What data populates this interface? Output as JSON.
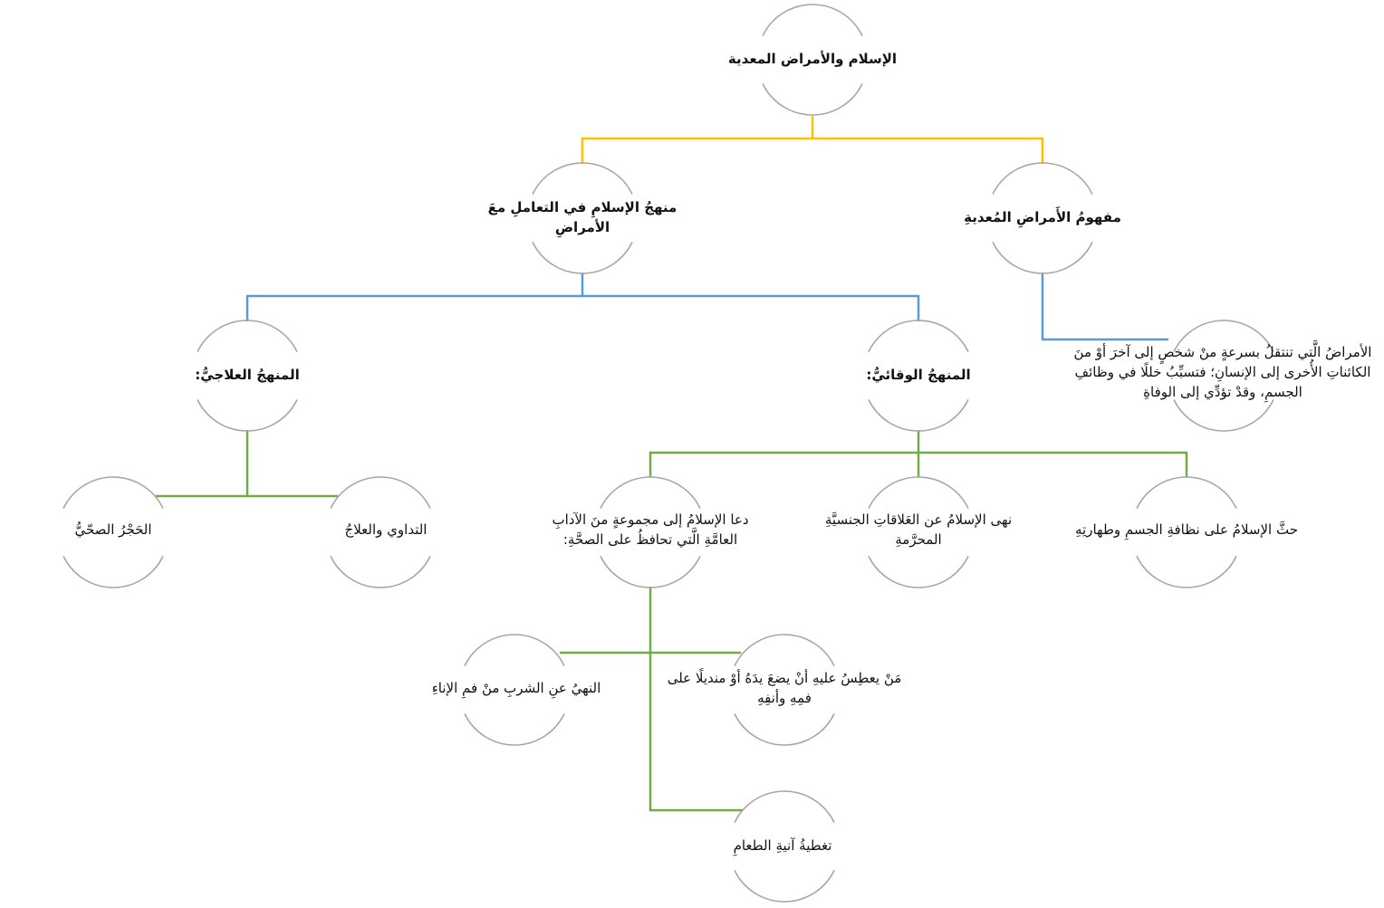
{
  "root": {
    "label": "الإسلام والأمراض المعدية"
  },
  "level1": {
    "concept": {
      "label": "مفهومُ الأَمراضِ المُعديةِ"
    },
    "approach": {
      "label": "منهجُ الإسلامِ في التعاملِ معَ الأمراضِ"
    }
  },
  "concept_definition": {
    "label": "الأمراضُ الَّتي تنتقلُ بسرعةٍ منْ شخصٍ إلى آخرَ أوْ منَ الكائناتِ الأُخرى إلى الإنسانِ؛ فتسبِّبُ خللًا في وظائفِ الجسمِ، وقدْ تؤدِّي إلى الوفاةِ"
  },
  "level2": {
    "preventive": {
      "label": "المنهجُ الوقائيُّ:"
    },
    "curative": {
      "label": "المنهجُ العلاجيُّ:"
    }
  },
  "curative_items": {
    "treatment": {
      "label": "التداوي والعلاجُ"
    },
    "quarantine": {
      "label": "الحَجْرُ الصحّيُّ"
    }
  },
  "preventive_items": {
    "hygiene": {
      "label": "حثَّ الإسلامُ على نظافةِ الجسمِ وطهارتِهِ"
    },
    "forbidden_relations": {
      "label": "نهى الإسلامُ عن العَلاقاتِ الجنسيَّةِ المحرَّمةِ"
    },
    "etiquette": {
      "label": "دعا الإسلامُ إلى مجموعةٍ منَ الآدابِ العامَّةِ الَّتي تحافظُ على الصحَّةِ:"
    }
  },
  "etiquette_items": {
    "sneeze": {
      "label": "مَنْ يعطِسُ عليهِ أنْ يضعَ يدَهُ أوْ منديلًا على فمِهِ وأنفِهِ"
    },
    "drinking": {
      "label": "النهيُ عنِ الشربِ منْ فمِ الإناءِ"
    },
    "cover_food": {
      "label": "تغطيةُ آنيةِ الطعامِ"
    }
  },
  "colors": {
    "yellow_connector": "#FFC000",
    "blue_connector": "#5B9BD5",
    "green_connector": "#70AD47",
    "node_outline": "#A6A6A6"
  }
}
